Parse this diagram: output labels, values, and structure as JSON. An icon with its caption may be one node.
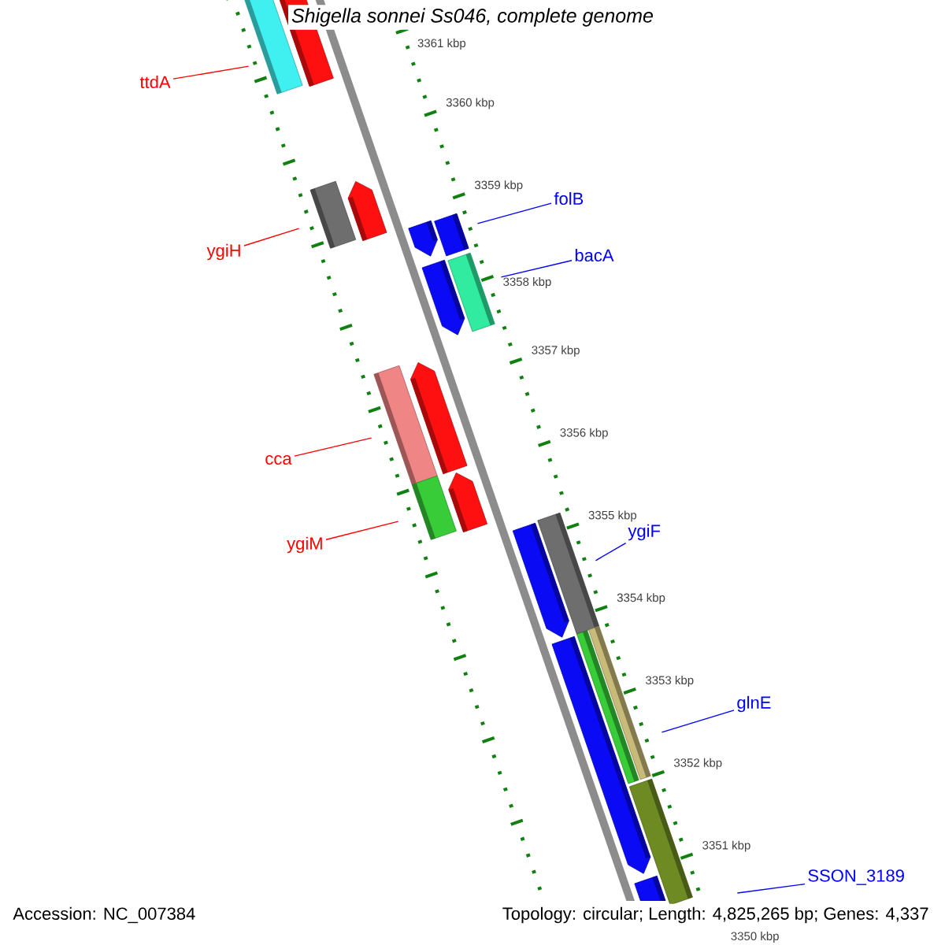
{
  "diagram": {
    "title": "Shigella sonnei Ss046, complete genome",
    "nodes": [
      {
        "text": [
          "ttdA"
        ]
      },
      {
        "text": [],
        "shape": "box"
      },
      {
        "text": [
          "ygiH"
        ]
      },
      {
        "text": [],
        "shape": "box"
      },
      {
        "text": [
          "cca"
        ]
      },
      {
        "text": [],
        "shape": "box"
      },
      {
        "text": [
          "ygiM"
        ]
      },
      {
        "text": [],
        "shape": "box"
      },
      {
        "text": [
          "folB"
        ]
      },
      {
        "text": [],
        "shape": "box"
      },
      {
        "text": [
          "bacA"
        ]
      },
      {
        "text": [],
        "shape": "box"
      },
      {
        "text": [
          "ygiF"
        ]
      },
      {
        "text": [],
        "shape": "box"
      },
      {
        "text": [
          "glnE"
        ]
      },
      {
        "text": [],
        "shape": "box"
      },
      {
        "text": [
          "SSON_3189"
        ]
      },
      {
        "text": [],
        "shape": "box"
      }
    ],
    "edges": [
      {
        "from": 0,
        "to": 1,
        "arrow": "none",
        "color": "#ff0000"
      },
      {
        "from": 2,
        "to": 3,
        "arrow": "none",
        "color": "#ff0000"
      },
      {
        "from": 4,
        "to": 5,
        "arrow": "none",
        "color": "#ff0000"
      },
      {
        "from": 6,
        "to": 7,
        "arrow": "none",
        "color": "#ff0000"
      },
      {
        "from": 8,
        "to": 9,
        "arrow": "none",
        "color": "#0000ff"
      },
      {
        "from": 10,
        "to": 11,
        "arrow": "none",
        "color": "#0000ff"
      },
      {
        "from": 12,
        "to": 13,
        "arrow": "none",
        "color": "#0000ff"
      },
      {
        "from": 14,
        "to": 15,
        "arrow": "none",
        "color": "#0000ff"
      },
      {
        "from": 16,
        "to": 17,
        "arrow": "none",
        "color": "#0000ff"
      }
    ],
    "labels": [
      "3361 kbp",
      "3360 kbp",
      "3359 kbp",
      "3358 kbp",
      "3357 kbp",
      "3356 kbp",
      "3355 kbp",
      "3354 kbp",
      "3353 kbp",
      "3352 kbp",
      "3351 kbp",
      "3350 kbp",
      "Accession: NC_007384",
      "Topology: circular; Length: 4,825,265 bp; Genes: 4,337"
    ]
  }
}
